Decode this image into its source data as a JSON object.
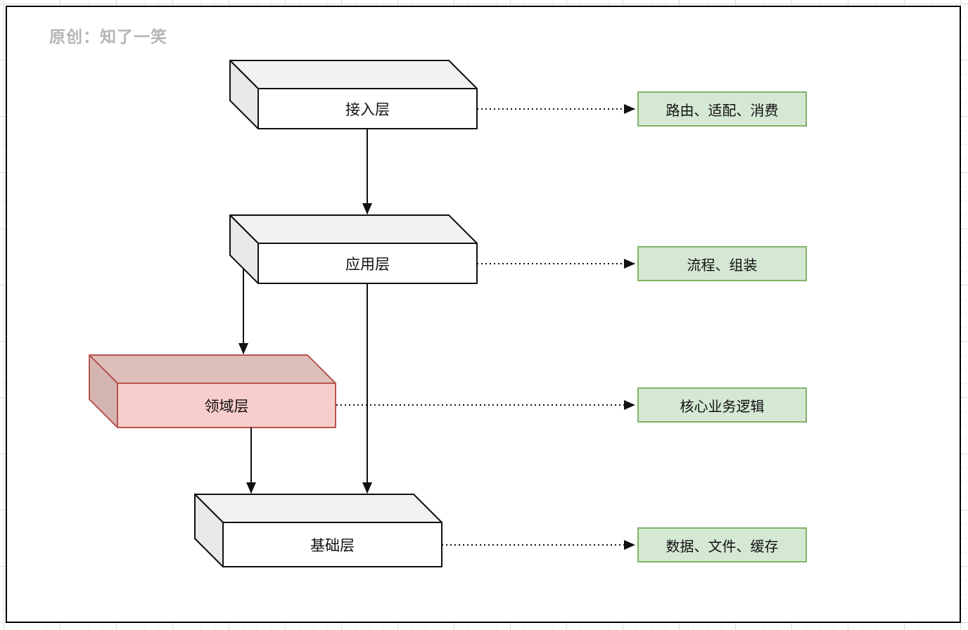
{
  "watermark": "原创：知了一笑",
  "layers": [
    {
      "label": "接入层",
      "desc": "路由、适配、消费"
    },
    {
      "label": "应用层",
      "desc": "流程、组装"
    },
    {
      "label": "领域层",
      "desc": "核心业务逻辑"
    },
    {
      "label": "基础层",
      "desc": "数据、文件、缓存"
    }
  ],
  "colors": {
    "desc_fill": "#d5e8d4",
    "desc_border": "#82b366",
    "domain_front": "#f8cecc",
    "domain_top": "#ddbebb",
    "domain_side": "#d5b5b2",
    "domain_border": "#b85450",
    "cube_front": "#ffffff",
    "cube_top": "#f2f2f2",
    "cube_side": "#e8e8e8",
    "cube_border": "#111111",
    "watermark_color": "#b5b5b5"
  }
}
